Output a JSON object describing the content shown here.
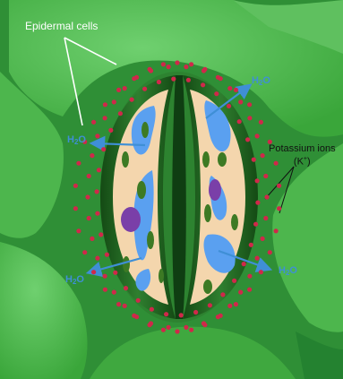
{
  "labels": {
    "epidermal_cells": "Epidermal cells",
    "potassium_ions_line1": "Potassium ions",
    "potassium_ions_line2": "(K",
    "potassium_superscript": "+",
    "potassium_close": ")",
    "water_prefix": "H",
    "water_subscript": "2",
    "water_suffix": "O"
  },
  "colors": {
    "background_green": "#3fa83f",
    "epidermal_cell_light": "#5cc45c",
    "guard_cell_border": "#1d5a1d",
    "guard_cell_cytoplasm": "#f5d8b0",
    "vacuole": "#5aa0f0",
    "chloroplast": "#3d7a24",
    "nucleus": "#7a3fa8",
    "potassium_ion": "#d0284a",
    "water_arrow": "#3f8fd6",
    "leader_line": "#ffffff"
  },
  "icons": {
    "water_arrow": "arrow-icon",
    "ion": "dot-icon"
  }
}
